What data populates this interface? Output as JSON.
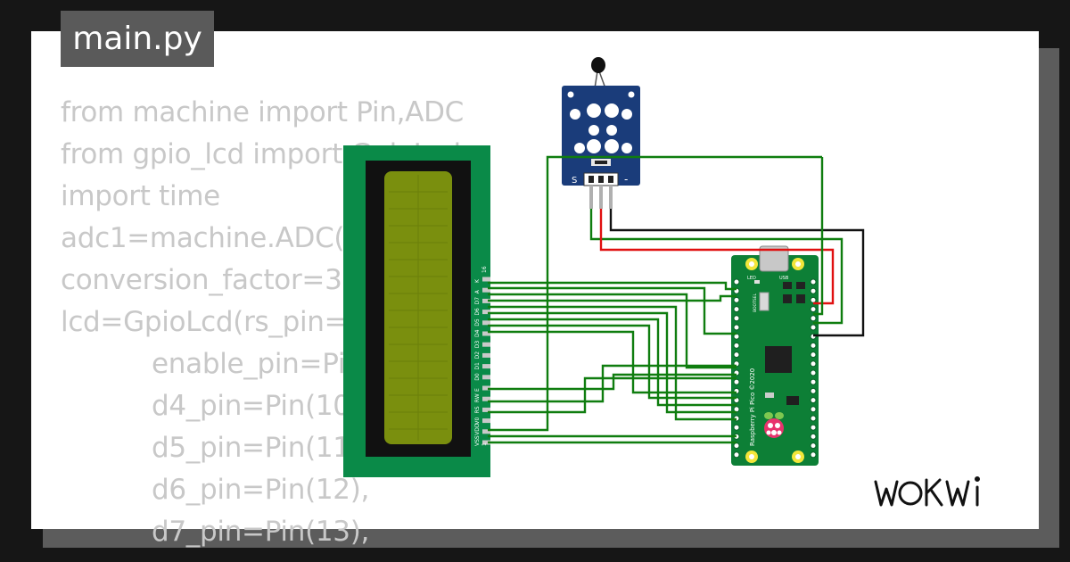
{
  "editor": {
    "tab_label": "main.py",
    "code_lines": [
      "from machine import Pin,ADC",
      "from gpio_lcd import GpioLcd",
      "import time",
      "adc1=machine.ADC(26)",
      "conversion_factor=3.3/65535",
      "lcd=GpioLcd(rs_pin=Pin(8),",
      "enable_pin=Pin(9),",
      "d4_pin=Pin(10),",
      "d5_pin=Pin(11),",
      "d6_pin=Pin(12),",
      "d7_pin=Pin(13),"
    ]
  },
  "lcd": {
    "pin_labels": [
      "VSS",
      "VDD",
      "V0",
      "RS",
      "RW",
      "E",
      "D0",
      "D1",
      "D2",
      "D3",
      "D4",
      "D5",
      "D6",
      "D7",
      "A",
      "K"
    ],
    "pin_first": "1",
    "pin_last": "16"
  },
  "sensor": {
    "signal_label": "S",
    "ground_label": "-"
  },
  "pico": {
    "board_text": "Raspberry Pi Pico ©2020",
    "led_label": "LED",
    "usb_label": "USB",
    "bootsel_label": "BOOTSEL"
  },
  "brand": {
    "logo_text": "WOKWI"
  },
  "colors": {
    "wire_signal": "#0f7d0f",
    "wire_power": "#e01010",
    "wire_ground": "#111111",
    "lcd_board": "#0a8a48",
    "lcd_screen": "#7a8f0e",
    "pico_board": "#0d7f36",
    "sensor_board": "#1a3c7a"
  }
}
